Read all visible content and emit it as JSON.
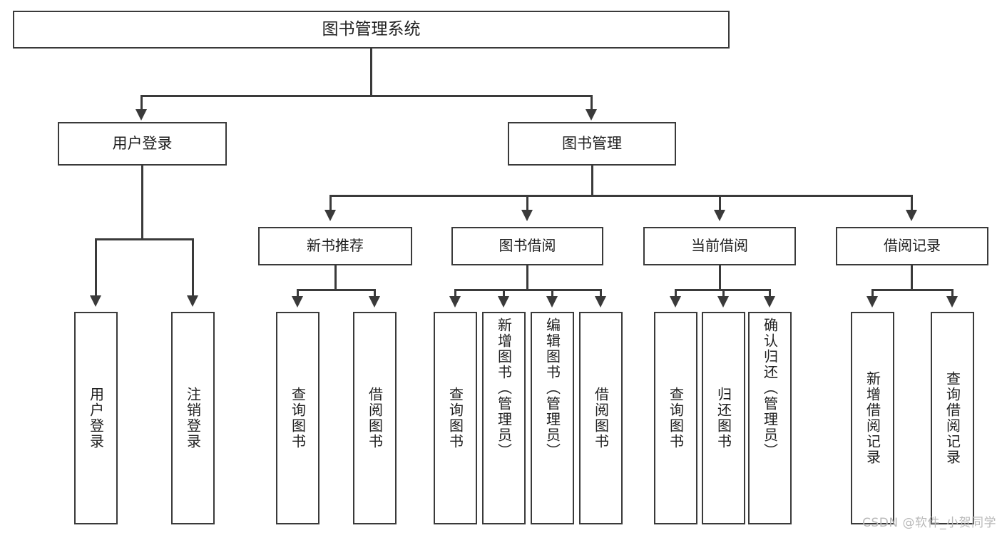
{
  "diagram": {
    "type": "tree",
    "title": "图书管理系统",
    "orientation": "top-down",
    "colors": {
      "stroke": "#3a3a3a",
      "fill": "#ffffff",
      "text": "#1f1f1f",
      "watermark": "#b9b9b9"
    },
    "root": {
      "label": "图书管理系统"
    },
    "level2": [
      {
        "label": "用户登录"
      },
      {
        "label": "图书管理"
      }
    ],
    "level3": [
      {
        "label": "新书推荐"
      },
      {
        "label": "图书借阅"
      },
      {
        "label": "当前借阅"
      },
      {
        "label": "借阅记录"
      }
    ],
    "leaves": {
      "user_login": [
        {
          "label": "用户登录"
        },
        {
          "label": "注销登录"
        }
      ],
      "new_book_recommend": [
        {
          "label": "查询图书"
        },
        {
          "label": "借阅图书"
        }
      ],
      "book_borrow": [
        {
          "label": "查询图书"
        },
        {
          "label": "新增图书（管理员）"
        },
        {
          "label": "编辑图书（管理员）"
        },
        {
          "label": "借阅图书"
        }
      ],
      "current_borrow": [
        {
          "label": "查询图书"
        },
        {
          "label": "归还图书"
        },
        {
          "label": "确认归还（管理员）"
        }
      ],
      "borrow_record": [
        {
          "label": "新增借阅记录"
        },
        {
          "label": "查询借阅记录"
        }
      ]
    }
  },
  "watermark": {
    "text": "CSDN @软件_小贺同学"
  }
}
